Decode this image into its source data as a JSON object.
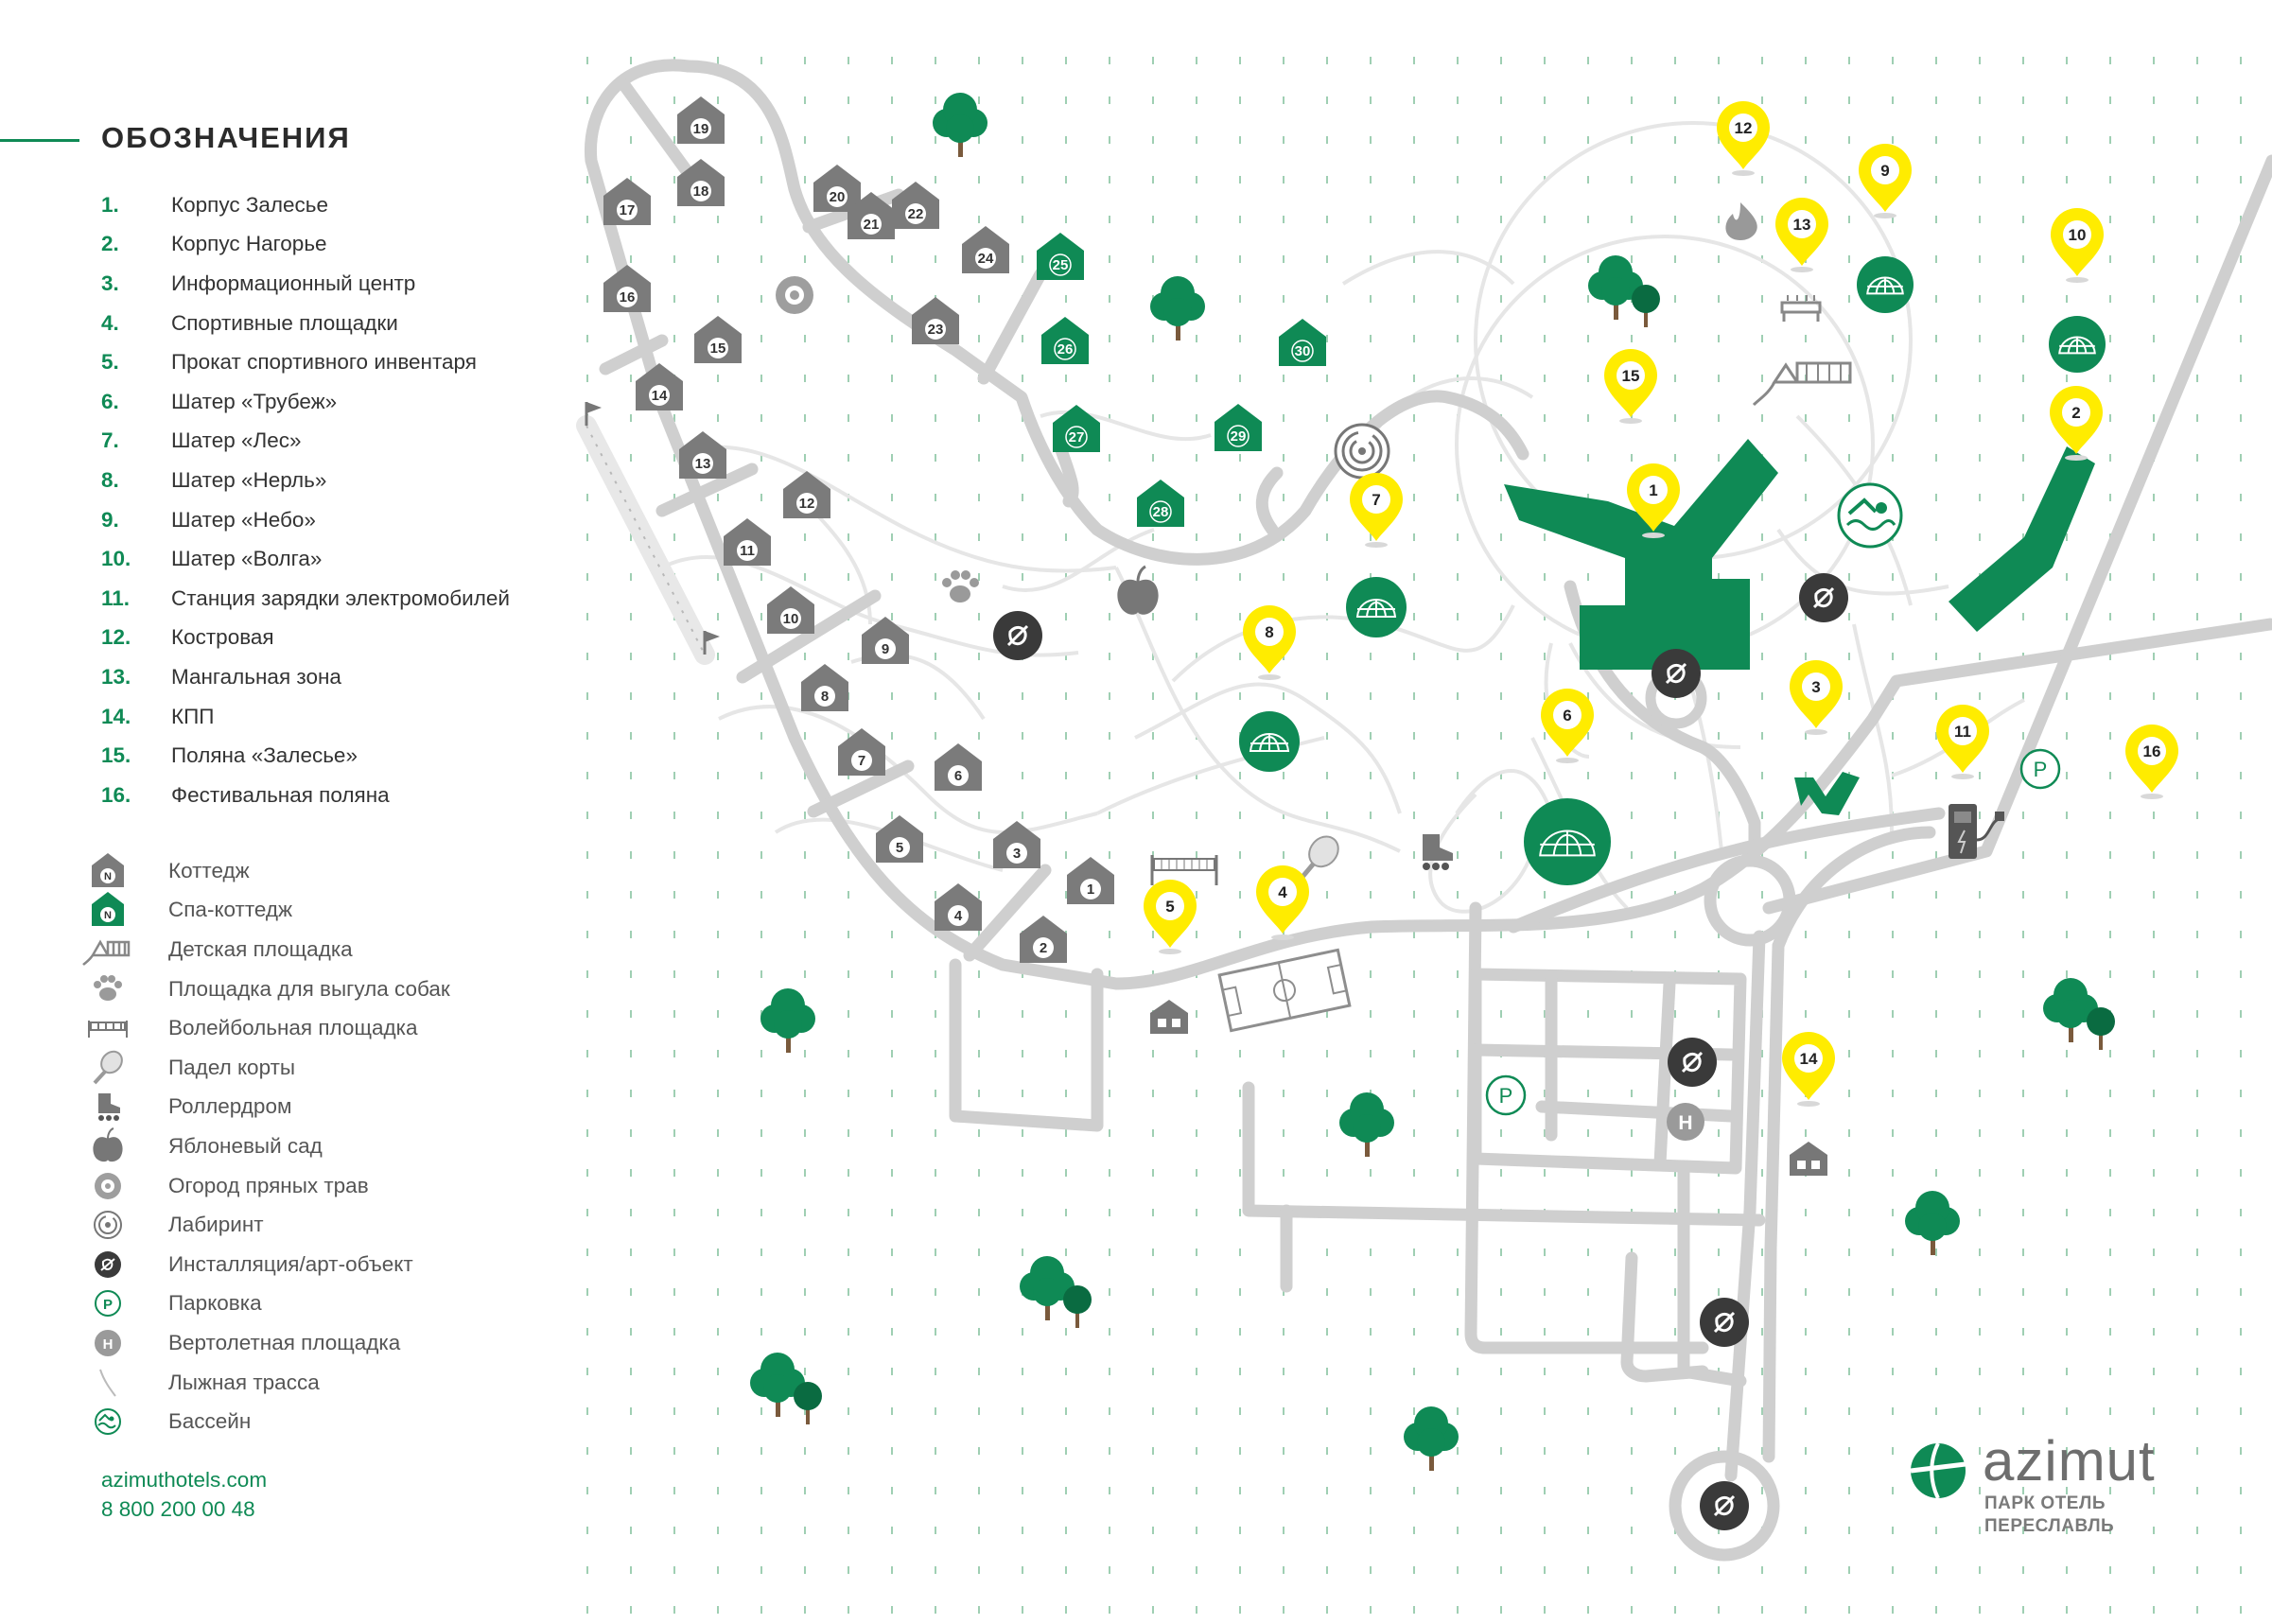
{
  "legend": {
    "title": "ОБОЗНАЧЕНИЯ",
    "items": [
      {
        "num": "1.",
        "label": "Корпус Залесье"
      },
      {
        "num": "2.",
        "label": "Корпус Нагорье"
      },
      {
        "num": "3.",
        "label": "Информационный центр"
      },
      {
        "num": "4.",
        "label": "Спортивные площадки"
      },
      {
        "num": "5.",
        "label": "Прокат спортивного инвентаря"
      },
      {
        "num": "6.",
        "label": "Шатер «Трубеж»"
      },
      {
        "num": "7.",
        "label": "Шатер «Лес»"
      },
      {
        "num": "8.",
        "label": "Шатер «Нерль»"
      },
      {
        "num": "9.",
        "label": "Шатер «Небо»"
      },
      {
        "num": "10.",
        "label": "Шатер «Волга»"
      },
      {
        "num": "11.",
        "label": "Станция зарядки электромобилей"
      },
      {
        "num": "12.",
        "label": "Костровая"
      },
      {
        "num": "13.",
        "label": "Мангальная зона"
      },
      {
        "num": "14.",
        "label": "КПП"
      },
      {
        "num": "15.",
        "label": "Поляна «Залесье»"
      },
      {
        "num": "16.",
        "label": "Фестивальная поляна"
      }
    ],
    "symbols": [
      {
        "icon": "cottage-icon",
        "letter": "N",
        "label": "Коттедж"
      },
      {
        "icon": "spa-cottage-icon",
        "letter": "N",
        "label": "Спа-коттедж"
      },
      {
        "icon": "playground-icon",
        "label": "Детская площадка"
      },
      {
        "icon": "paw-icon",
        "label": "Площадка для выгула собак"
      },
      {
        "icon": "volleyball-net-icon",
        "label": "Волейбольная площадка"
      },
      {
        "icon": "padel-racket-icon",
        "label": "Падел корты"
      },
      {
        "icon": "rollerblade-icon",
        "label": "Роллердром"
      },
      {
        "icon": "apple-icon",
        "label": "Яблоневый сад"
      },
      {
        "icon": "flower-icon",
        "label": "Огород пряных трав"
      },
      {
        "icon": "labyrinth-icon",
        "label": "Лабиринт"
      },
      {
        "icon": "art-object-icon",
        "label": "Инсталляция/арт-объект"
      },
      {
        "icon": "parking-icon",
        "letter": "P",
        "label": "Парковка"
      },
      {
        "icon": "helipad-icon",
        "letter": "H",
        "label": "Вертолетная площадка"
      },
      {
        "icon": "ski-track-icon",
        "label": "Лыжная трасса"
      },
      {
        "icon": "pool-icon",
        "label": "Бассейн"
      }
    ]
  },
  "contacts": {
    "website": "azimuthotels.com",
    "phone": "8 800 200 00 48"
  },
  "brand": {
    "name": "azimut",
    "subtitle_line1": "ПАРК ОТЕЛЬ",
    "subtitle_line2": "ПЕРЕСЛАВЛЬ"
  },
  "map": {
    "colors": {
      "green": "#0f8a55",
      "gray": "#7b7b7b",
      "dark": "#3a3a3a",
      "road": "#cfcfcf",
      "path": "#e6e6e6",
      "yellow": "#ffec00"
    },
    "pins": [
      "1",
      "2",
      "3",
      "4",
      "5",
      "6",
      "7",
      "8",
      "9",
      "10",
      "11",
      "12",
      "13",
      "14",
      "15",
      "16"
    ],
    "cottages": [
      "1",
      "2",
      "3",
      "4",
      "5",
      "6",
      "7",
      "8",
      "9",
      "10",
      "11",
      "12",
      "13",
      "14",
      "15",
      "16",
      "17",
      "18",
      "19",
      "20",
      "21",
      "22",
      "23",
      "24"
    ],
    "spa_cottages": [
      "25",
      "26",
      "27",
      "28",
      "29",
      "30"
    ],
    "parking_letter": "P",
    "helipad_letter": "H"
  }
}
